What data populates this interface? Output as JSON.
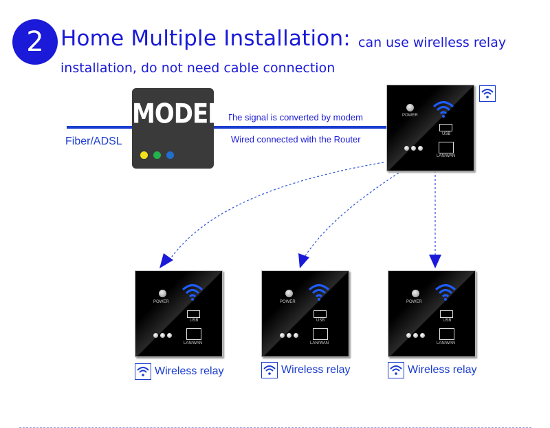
{
  "header": {
    "step_number": "2",
    "title": "Home Multiple Installation:",
    "subtitle_line1": "can use wirelless relay",
    "subtitle_line2": "installation, do not need cable connection"
  },
  "modem": {
    "label": "MODEM",
    "dot_colors": [
      "#f2e21a",
      "#22b14c",
      "#1f6fcf"
    ]
  },
  "labels": {
    "fiber": "Fiber/ADSL",
    "signal": "The signal is converted by modem",
    "wired": "Wired connected with the Router"
  },
  "panel": {
    "power": "POWER",
    "usb": "USB",
    "lan": "LAN/WAN"
  },
  "relays": [
    {
      "label": "Wireless relay"
    },
    {
      "label": "Wireless relay"
    },
    {
      "label": "Wireless relay"
    }
  ],
  "colors": {
    "accent": "#1a1ad8",
    "line": "#1a3ccf",
    "wifi_blue": "#1e5cff"
  },
  "icons": [
    "wifi-icon",
    "power-button-icon",
    "usb-port-icon",
    "ethernet-port-icon"
  ]
}
